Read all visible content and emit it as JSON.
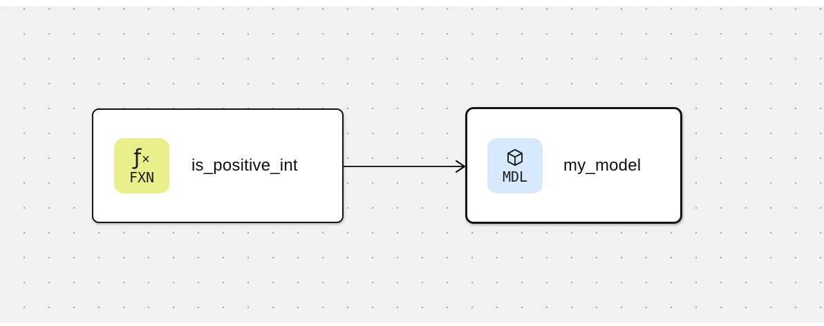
{
  "canvas": {
    "type": "node-graph-editor",
    "grid": "dotted"
  },
  "colors": {
    "canvas-bg": "#f1f1f1",
    "grid-dot": "#a6a6a6",
    "node-bg": "#ffffff",
    "node-border": "#141414",
    "edge": "#000000",
    "fxn-badge-bg": "#e8ee8a",
    "mdl-badge-bg": "#d6e8fb"
  },
  "nodes": [
    {
      "id": "is_positive_int",
      "label": "is_positive_int",
      "badge": "FXN",
      "icon": "function-icon",
      "icon_glyph_f": "ƒ",
      "icon_glyph_x": "×",
      "selected": false
    },
    {
      "id": "my_model",
      "label": "my_model",
      "badge": "MDL",
      "icon": "cube-icon",
      "selected": true
    }
  ],
  "edges": [
    {
      "from": "is_positive_int",
      "to": "my_model",
      "direction": "right"
    }
  ]
}
